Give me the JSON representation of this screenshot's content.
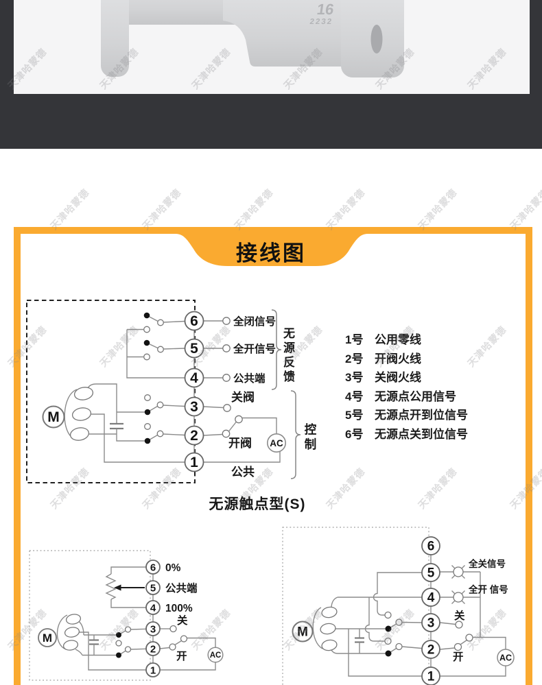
{
  "watermark": {
    "text": "天津哈蒙德"
  },
  "photo": {
    "marking1": "16",
    "marking2": "2232"
  },
  "banner": {
    "title": "接线图"
  },
  "colors": {
    "accent_orange": "#FAAA30",
    "dark_band": "#343539",
    "wire_gray": "#8b8b8b"
  },
  "diagram1": {
    "motor": "M",
    "ac": "AC",
    "terminals": [
      "6",
      "5",
      "4",
      "3",
      "2",
      "1"
    ],
    "labels": {
      "signal_closed": "全闭信号",
      "signal_open": "全开信号",
      "common_end": "公共端",
      "close_valve": "关阀",
      "open_valve": "开阀",
      "common": "公共",
      "feedback_group": "无源反馈",
      "control_group": "控制"
    },
    "caption": "无源触点型(S)"
  },
  "legend": {
    "items": [
      {
        "num": "1号",
        "desc": "公用零线"
      },
      {
        "num": "2号",
        "desc": "开阀火线"
      },
      {
        "num": "3号",
        "desc": "关阀火线"
      },
      {
        "num": "4号",
        "desc": "无源点公用信号"
      },
      {
        "num": "5号",
        "desc": "无源点开到位信号"
      },
      {
        "num": "6号",
        "desc": "无源点关到位信号"
      }
    ]
  },
  "diagram2": {
    "motor": "M",
    "ac": "AC",
    "terminals": [
      "6",
      "5",
      "4",
      "3",
      "2",
      "1"
    ],
    "labels": {
      "p0": "0%",
      "common_end": "公共端",
      "p100": "100%",
      "close": "关",
      "open": "开"
    }
  },
  "diagram3": {
    "motor": "M",
    "ac": "AC",
    "terminals": [
      "6",
      "5",
      "4",
      "3",
      "2",
      "1"
    ],
    "labels": {
      "closed_signal": "全关信号",
      "open_signal": "全开 信号",
      "close": "关",
      "open": "开"
    }
  }
}
